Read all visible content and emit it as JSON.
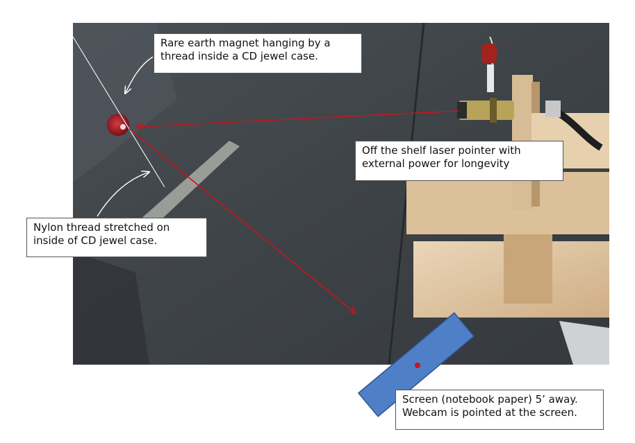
{
  "callouts": {
    "magnet": {
      "line1": "Rare earth magnet hanging by a",
      "line2": "thread inside a CD jewel case."
    },
    "laser": {
      "line1": "Off the shelf laser pointer with",
      "line2": "external power for longevity"
    },
    "thread": {
      "line1": "Nylon thread stretched on",
      "line2": "inside of CD jewel case."
    },
    "screen": {
      "line1": "Screen (notebook paper) 5’ away.",
      "line2": "Webcam is pointed at the screen."
    }
  },
  "colors": {
    "laser_beam": "#c8141e",
    "screen": "#4f7fc6",
    "screen_border": "#2f528f",
    "photo_background": "#3f4448",
    "wood": "#e2c9a6"
  }
}
